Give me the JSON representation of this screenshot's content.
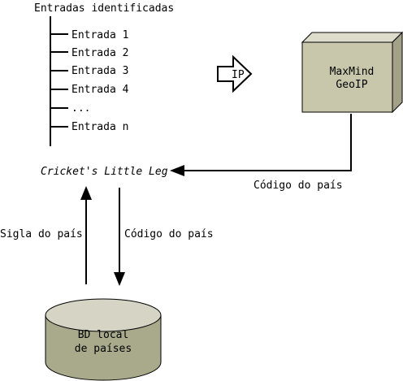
{
  "list": {
    "title": "Entradas identificadas",
    "items": [
      "Entrada 1",
      "Entrada 2",
      "Entrada 3",
      "Entrada 4",
      "...",
      "Entrada n"
    ]
  },
  "ip_arrow": {
    "label": "IP"
  },
  "geoip_box": {
    "line1": "MaxMind",
    "line2": "GeoIP"
  },
  "app": {
    "name": "Cricket's Little Leg"
  },
  "edges": {
    "country_code_from_geoip": "Código do país",
    "country_sigla": "Sigla do país",
    "country_code_to_db": "Código do país"
  },
  "database": {
    "line1": "BD local",
    "line2": "de países"
  },
  "colors": {
    "box_front": "#c8c7ac",
    "box_top": "#dedccb",
    "box_side": "#a3a288",
    "cyl_body": "#a9a98c",
    "cyl_top": "#d6d4c4"
  }
}
